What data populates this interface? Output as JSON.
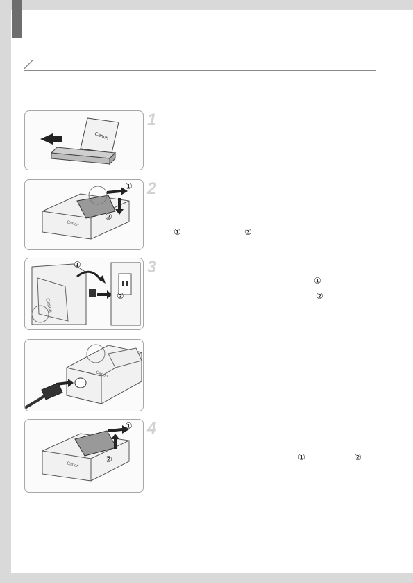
{
  "steps": [
    {
      "number": "1"
    },
    {
      "number": "2",
      "callouts": [
        "①",
        "②"
      ]
    },
    {
      "number": "3",
      "callouts": [
        "①",
        "②"
      ]
    },
    {
      "number": "4",
      "callouts": [
        "①",
        "②"
      ]
    }
  ],
  "illustrations": {
    "battery_cover": {
      "brand": "Canon"
    },
    "insert_battery": {
      "brand": "Canon",
      "callouts": [
        "①",
        "②"
      ]
    },
    "plug_in": {
      "brand": "Canon",
      "callouts": [
        "①",
        "②"
      ]
    },
    "power_cord": {
      "brand": "Canon"
    },
    "remove_battery": {
      "brand": "Canon",
      "callouts": [
        "①",
        "②"
      ]
    }
  },
  "colors": {
    "page_bg": "#ffffff",
    "frame_border": "#a7a7a7",
    "step_number": "#d2d2d2",
    "tab_marker": "#6e6e6e"
  }
}
